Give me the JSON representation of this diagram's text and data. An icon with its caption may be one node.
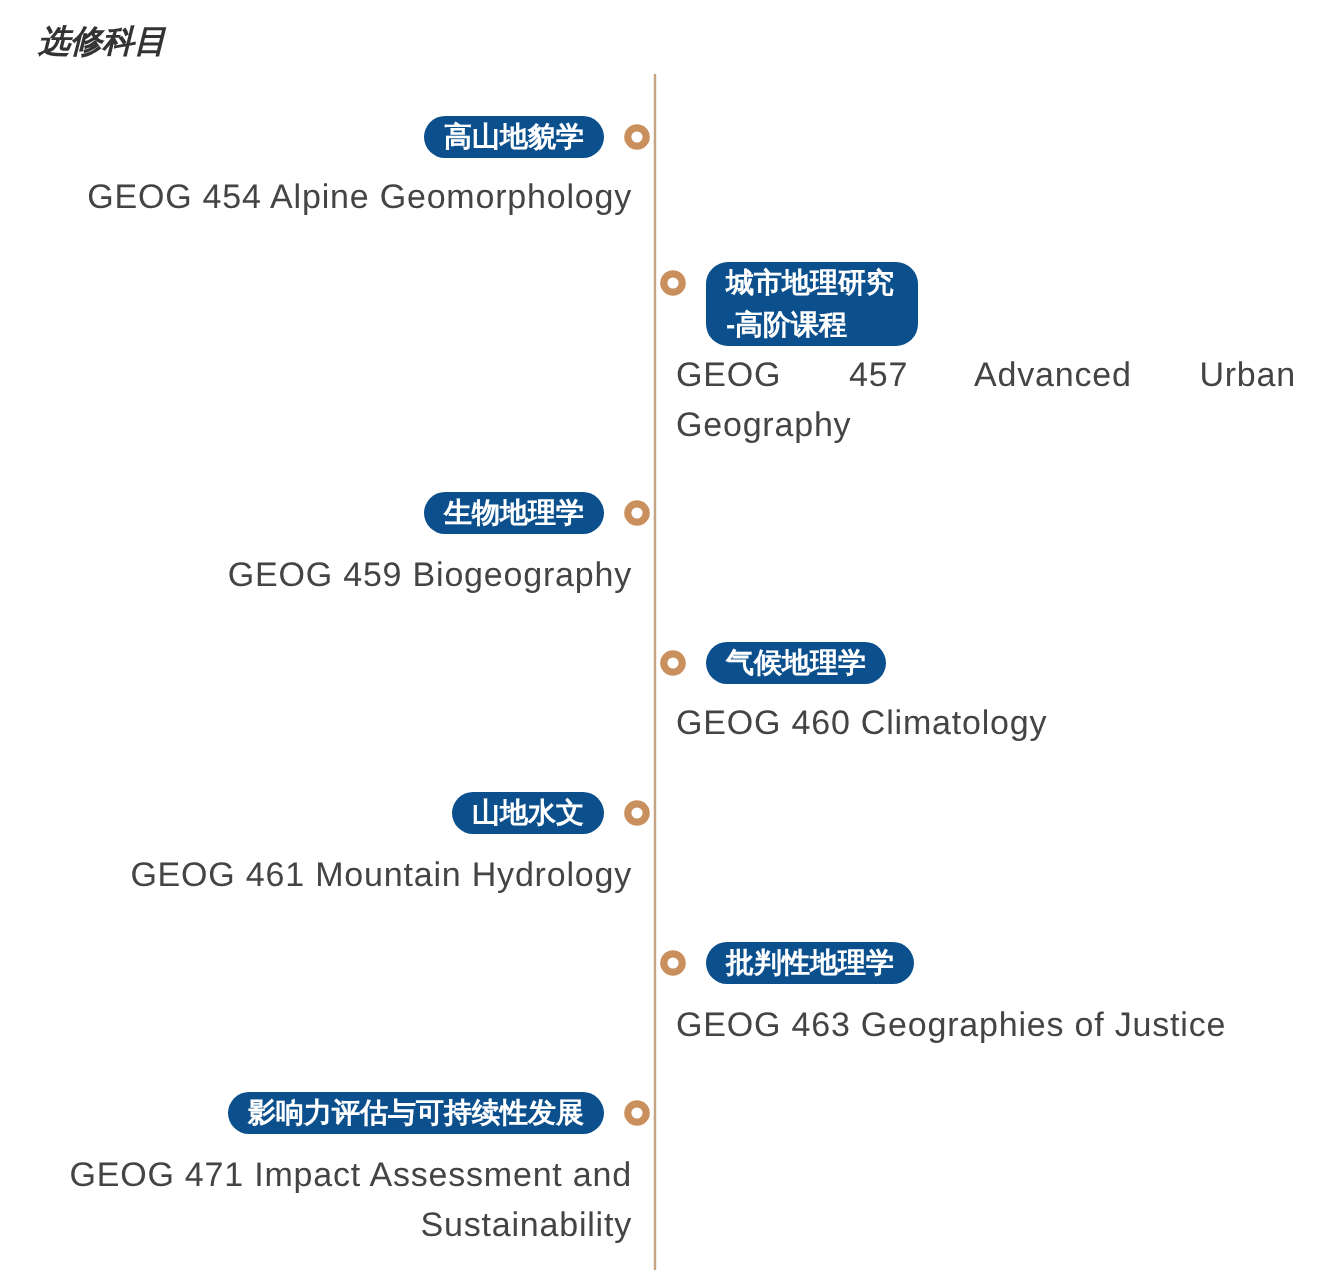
{
  "diagram": {
    "title": "选修科目",
    "nodes": [
      {
        "text": [
          "高山地貌学"
        ],
        "beside": [
          "GEOG 454 Alpine Geomorphology"
        ]
      },
      {
        "text": [
          "城市地理研究-高阶课程"
        ],
        "beside": [
          "GEOG 457 Advanced Urban Geography"
        ]
      },
      {
        "text": [
          "生物地理学"
        ],
        "beside": [
          "GEOG 459 Biogeography"
        ]
      },
      {
        "text": [
          "气候地理学"
        ],
        "beside": [
          "GEOG 460 Climatology"
        ]
      },
      {
        "text": [
          "山地水文"
        ],
        "beside": [
          "GEOG 461 Mountain Hydrology"
        ]
      },
      {
        "text": [
          "批判性地理学"
        ],
        "beside": [
          "GEOG 463 Geographies of Justice"
        ]
      },
      {
        "text": [
          "影响力评估与可持续性发展"
        ],
        "beside": [
          "GEOG 471 Impact Assessment and Sustainability"
        ]
      }
    ]
  }
}
